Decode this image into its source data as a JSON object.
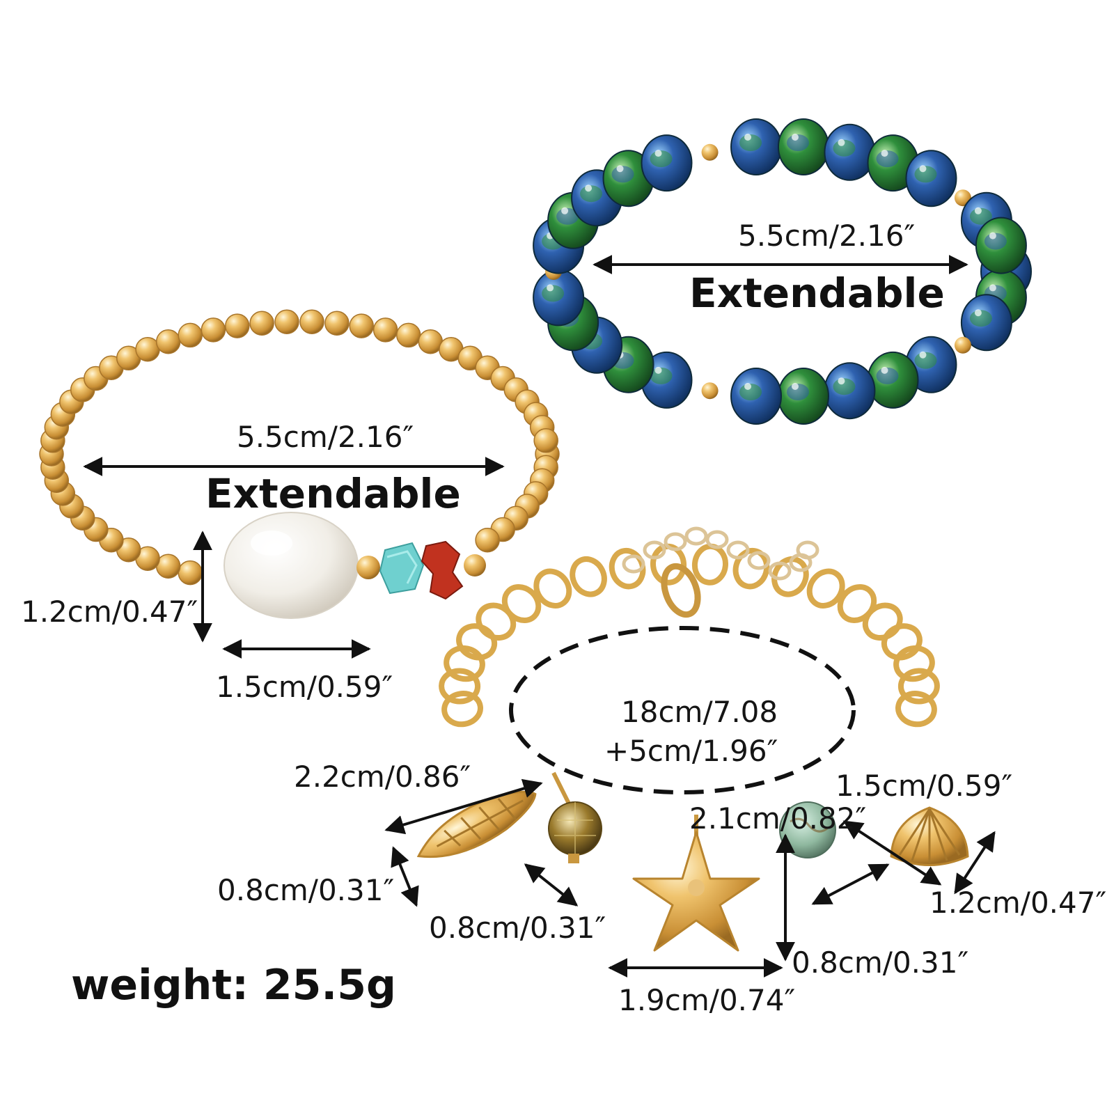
{
  "blue_bracelet": {
    "size_label": "5.5cm/2.16″",
    "extendable_label": "Extendable"
  },
  "pearl_bracelet": {
    "size_label": "5.5cm/2.16″",
    "extendable_label": "Extendable",
    "pearl_height_label": "1.2cm/0.47″",
    "pearl_width_label": "1.5cm/0.59″"
  },
  "charm_bracelet": {
    "length_line1": "18cm/7.08",
    "length_line2": "+5cm/1.96″",
    "conch_length_label": "2.2cm/0.86″",
    "conch_width_label": "0.8cm/0.31″",
    "crystal_label": "0.8cm/0.31″",
    "starfish_height_label": "2.1cm/0.82″",
    "starfish_width_label": "1.9cm/0.74″",
    "bead_label": "0.8cm/0.31″",
    "shell_length_label": "1.5cm/0.59″",
    "shell_width_label": "1.2cm/0.47″"
  },
  "weight_label": "weight: 25.5g",
  "colors": {
    "gold": "#e2b15a",
    "gold_dark": "#b8842e",
    "blue_bead": "#2a5aa0",
    "green_bead": "#2e8a3a",
    "turquoise": "#6ccccc",
    "coral": "#c0301e",
    "pearl": "#f4f1ea",
    "ink": "#111111"
  }
}
